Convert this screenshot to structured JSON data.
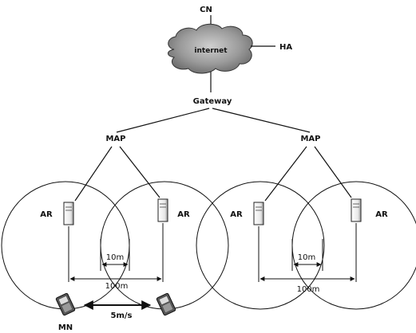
{
  "labels": {
    "cn": "CN",
    "ha": "HA",
    "internet": "internet",
    "gateway": "Gateway",
    "map_left": "MAP",
    "map_right": "MAP",
    "ar_1": "AR",
    "ar_2": "AR",
    "ar_3": "AR",
    "ar_4": "AR",
    "dist_overlap_left": "10m",
    "dist_overlap_right": "10m",
    "dist_span_left": "100m",
    "dist_span_right": "100m",
    "speed": "5m/s",
    "mn": "MN"
  }
}
